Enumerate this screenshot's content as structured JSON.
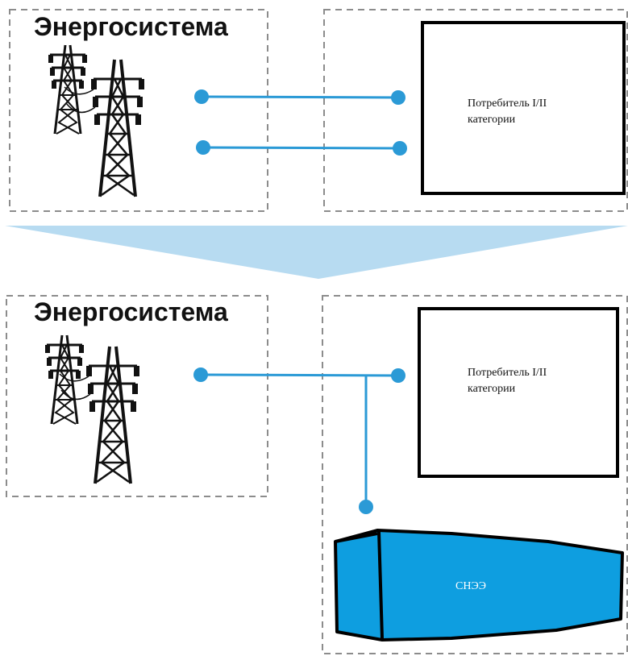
{
  "colors": {
    "line": "#2b9ad6",
    "storage_fill": "#0e9ee0",
    "arrow_band": "#b7dbf1",
    "dashed_border": "#8c8c8c"
  },
  "icons": [
    "power-tower-icon"
  ],
  "before": {
    "system_label": "Энергосистема",
    "consumer_line1": "Потребитель I/II",
    "consumer_line2": "категории"
  },
  "after": {
    "system_label": "Энергосистема",
    "consumer_line1": "Потребитель I/II",
    "consumer_line2": "категории",
    "storage_label": "СНЭЭ"
  }
}
